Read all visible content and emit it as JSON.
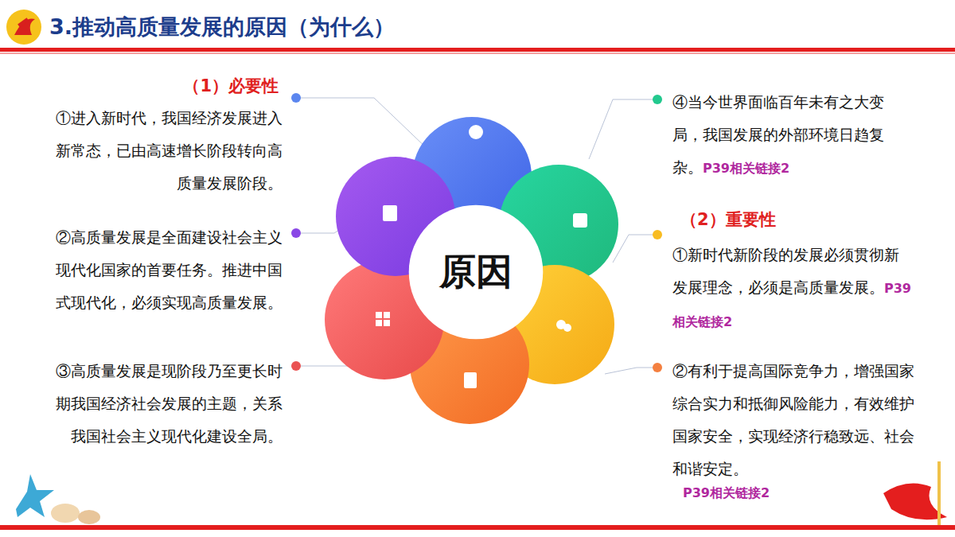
{
  "diagram": {
    "title": "3.推动高质量发展的原因（为什么）",
    "nodes": [
      {
        "text": [
          "原因"
        ]
      }
    ],
    "labels": [
      "（1）必要性",
      "①进入新时代，我国经济发展进入新常态，已由高速增长阶段转向高质量发展阶段。",
      "②高质量发展是全面建设社会主义现代化国家的首要任务。推进中国式现代化，必须实现高质量发展。",
      "③高质量发展是现阶段乃至更长时期我国经济社会发展的主题，关系我国社会主义现代化建设全局。",
      "④当今世界面临百年未有之大变局，我国发展的外部环境日趋复杂。",
      "P39相关链接2",
      "（2）重要性",
      "①新时代新阶段的发展必须贯彻新发展理念，必须是高质量发展。",
      "P39相关链接2",
      "②有利于提高国际竞争力，增强国家综合实力和抵御风险能力，有效维护国家安全，实现经济行稳致远、社会和谐安定。",
      "P39相关链接2"
    ]
  }
}
